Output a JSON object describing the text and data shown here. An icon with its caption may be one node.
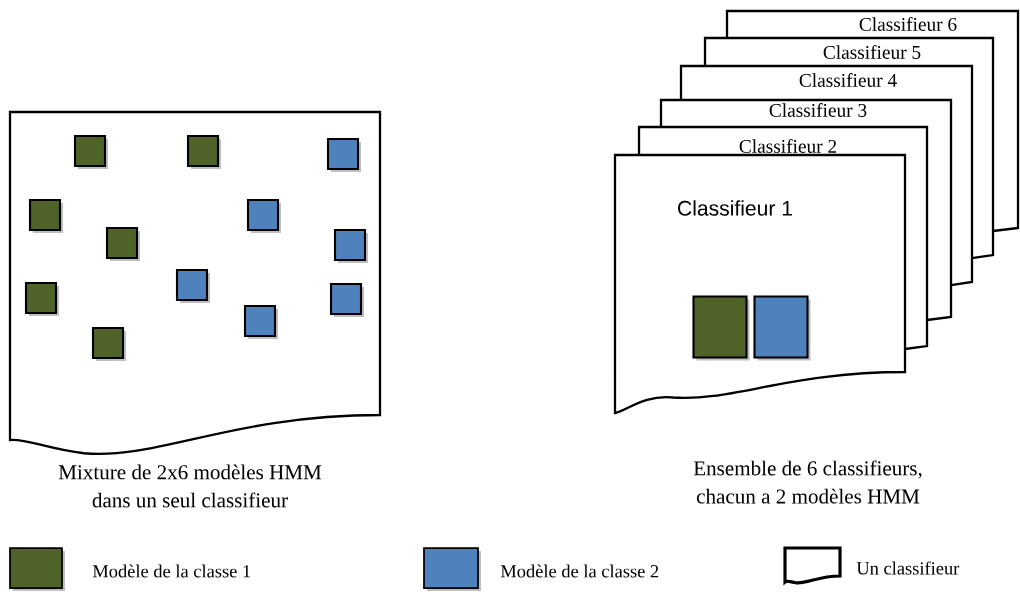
{
  "diagram": {
    "nodes": [
      {
        "text": [],
        "shape": "document"
      },
      {
        "text": [],
        "shape": "box",
        "in": 0
      },
      {
        "text": [],
        "shape": "box",
        "in": 0
      },
      {
        "text": [],
        "shape": "box",
        "in": 0
      },
      {
        "text": [],
        "shape": "box",
        "in": 0
      },
      {
        "text": [],
        "shape": "box",
        "in": 0
      },
      {
        "text": [],
        "shape": "box",
        "in": 0
      },
      {
        "text": [],
        "shape": "box",
        "in": 0
      },
      {
        "text": [],
        "shape": "box",
        "in": 0
      },
      {
        "text": [],
        "shape": "box",
        "in": 0
      },
      {
        "text": [],
        "shape": "box",
        "in": 0
      },
      {
        "text": [],
        "shape": "box",
        "in": 0
      },
      {
        "text": [],
        "shape": "box",
        "in": 0
      },
      {
        "text": [
          "Classifieur 6"
        ]
      },
      {
        "text": [
          "Classifieur 5"
        ]
      },
      {
        "text": [
          "Classifieur 4"
        ]
      },
      {
        "text": [
          "Classifieur 3"
        ]
      },
      {
        "text": [
          "Classifieur 2"
        ]
      },
      {
        "text": [
          "Classifieur 1"
        ]
      },
      {
        "text": [],
        "shape": "box",
        "in": 18
      },
      {
        "text": [],
        "shape": "box",
        "in": 18
      }
    ],
    "edges": [],
    "labels": [
      "Mixture de 2x6 modèles HMM dans un seul classifieur",
      "Ensemble de 6 classifieurs, chacun a 2 modèles HMM"
    ],
    "legend": [
      {
        "text": "Modèle de la classe 1",
        "color": "#4f6228"
      },
      {
        "text": "Modèle de la classe 2",
        "color": "#4f81bd"
      },
      {
        "text": "Un classifieur"
      }
    ]
  }
}
